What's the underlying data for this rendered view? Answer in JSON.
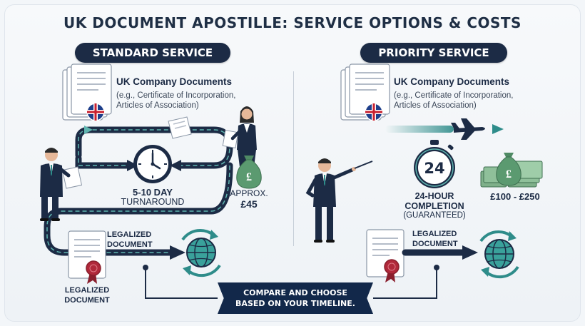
{
  "title": "UK DOCUMENT APOSTILLE: SERVICE OPTIONS & COSTS",
  "standard": {
    "heading": "STANDARD SERVICE",
    "doc_title": "UK Company Documents",
    "doc_sub_1": "(e.g., Certificate of Incorporation,",
    "doc_sub_2": "Articles of Association)",
    "turnaround_1": "5-10 DAY",
    "turnaround_2": "TURNAROUND",
    "cost_1": "APPROX.",
    "cost_2": "£45",
    "legalized_arrow_1": "LEGALIZED",
    "legalized_arrow_2": "DOCUMENT",
    "legalized_doc_1": "LEGALIZED",
    "legalized_doc_2": "DOCUMENT"
  },
  "priority": {
    "heading": "PRIORITY SERVICE",
    "doc_title": "UK Company Documents",
    "doc_sub_1": "(e.g., Certificate of Incorporation,",
    "doc_sub_2": "Articles of Association)",
    "timer_value": "24",
    "completion_1": "24-HOUR",
    "completion_2": "COMPLETION",
    "completion_3": "(GUARANTEED)",
    "cost": "£100 - £250",
    "legalized_arrow_1": "LEGALIZED",
    "legalized_arrow_2": "DOCUMENT"
  },
  "banner": {
    "line_1": "COMPARE AND CHOOSE",
    "line_2": "BASED ON YOUR TIMELINE."
  },
  "colors": {
    "navy": "#1c2b45",
    "teal": "#2e8c8a",
    "seal_red": "#b0283a",
    "money_green": "#4f8a64"
  },
  "icons": [
    "document-stack-icon",
    "uk-flag-icon",
    "clock-icon",
    "money-bag-icon",
    "globe-icon",
    "airplane-icon",
    "stopwatch-icon",
    "cash-stack-icon",
    "seal-icon"
  ]
}
